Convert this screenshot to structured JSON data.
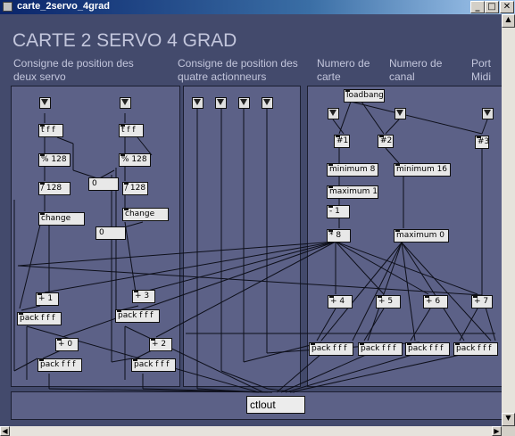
{
  "window": {
    "title": "carte_2servo_4grad",
    "min_glyph": "_",
    "max_glyph": "□",
    "close_glyph": "✕"
  },
  "patch": {
    "heading": "CARTE 2 SERVO 4 GRAD",
    "labels": {
      "servo": [
        "Consigne de position des",
        "deux servo"
      ],
      "actionneurs": [
        "Consigne de position des",
        "quatre actionneurs"
      ],
      "carte": [
        "Numero de",
        "carte"
      ],
      "canal": [
        "Numero de",
        "canal"
      ],
      "port": [
        "Port",
        "Midi"
      ]
    },
    "objects": {
      "tff_1": "t f f",
      "tff_2": "t f f",
      "mod_1": "% 128",
      "mod_2": "% 128",
      "div_1": "/ 128",
      "div_2": "/ 128",
      "num_1": "0",
      "num_2": "0",
      "change_1": "change",
      "change_2": "change",
      "plus1": "+ 1",
      "plus3": "+ 3",
      "plus0": "+ 0",
      "plus2": "+ 2",
      "pack_a": "pack f f f",
      "pack_b": "pack f f f",
      "pack_c": "pack f f f",
      "pack_d": "pack f f f",
      "loadbang": "loadbang",
      "arg1": "#1",
      "arg2": "#2",
      "arg3": "#3",
      "minimum8": "minimum 8",
      "minimum16": "minimum 16",
      "maximum1": "maximum 1",
      "minus1": "- 1",
      "times8": "* 8",
      "maximum0": "maximum 0",
      "plus4": "+ 4",
      "plus5": "+ 5",
      "plus6": "+ 6",
      "plus7": "+ 7",
      "pack_e": "pack f f f",
      "pack_f": "pack f f f",
      "pack_g": "pack f f f",
      "pack_h": "pack f f f",
      "ctlout": "ctlout"
    }
  },
  "colors": {
    "canvas": "#434a6c",
    "panel": "#5c6187",
    "label": "#c3c6dc",
    "object_bg": "#e8e8e8",
    "wire": "#0d0f1a"
  },
  "scroll": {
    "up": "▲",
    "down": "▼",
    "left": "◀",
    "right": "▶"
  }
}
